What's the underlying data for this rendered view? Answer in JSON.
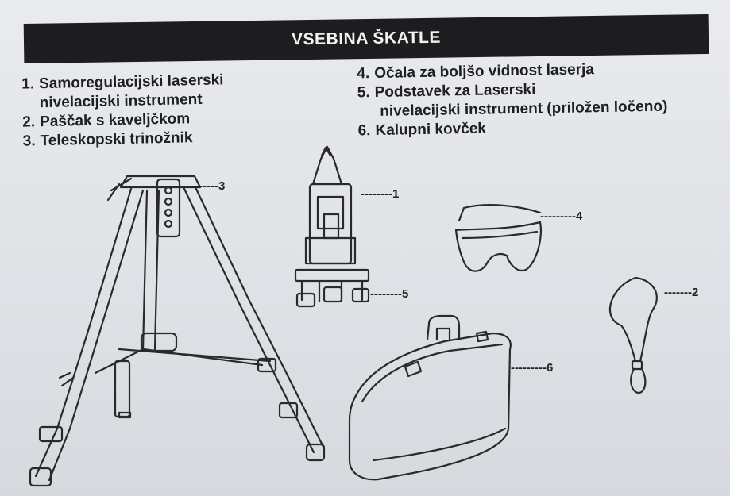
{
  "header": {
    "title": "VSEBINA ŠKATLE"
  },
  "contents_left": [
    {
      "number": "1.",
      "label": "Samoregulacijski laserski",
      "continuation": "nivelacijski instrument"
    },
    {
      "number": "2.",
      "label": "Paščak s kaveljčkom"
    },
    {
      "number": "3.",
      "label": "Teleskopski trinožnik"
    }
  ],
  "contents_right": [
    {
      "number": "4.",
      "label": "Očala za boljšo vidnost laserja"
    },
    {
      "number": "5.",
      "label": "Podstavek za Laserski",
      "continuation": "nivelacijski instrument (priložen ločeno)"
    },
    {
      "number": "6.",
      "label": "Kalupni kovček"
    }
  ],
  "callouts": {
    "tripod": "-------3",
    "laser_level": "--------1",
    "base": "--------5",
    "glasses": "---------4",
    "lanyard": "-------2",
    "case": "---------6"
  },
  "illustrations": [
    "tripod-illustration",
    "laser-level-illustration",
    "glasses-illustration",
    "lanyard-illustration",
    "carry-case-illustration"
  ]
}
